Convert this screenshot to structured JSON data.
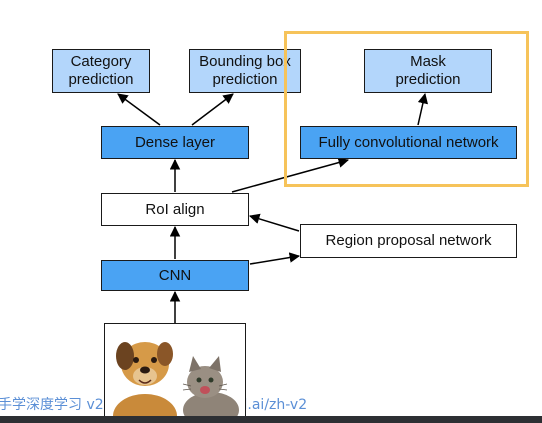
{
  "diagram": {
    "boxes": {
      "category": {
        "line1": "Category",
        "line2": "prediction"
      },
      "bbox": {
        "line1": "Bounding box",
        "line2": "prediction"
      },
      "mask": {
        "line1": "Mask",
        "line2": "prediction"
      },
      "dense": "Dense layer",
      "fcn": "Fully convolutional network",
      "roi": "RoI align",
      "rpn": "Region proposal network",
      "cnn": "CNN"
    },
    "watermark": "手学深度学习 v2 · https://courses.d2l.ai/zh-v2",
    "colors": {
      "prediction_fill": "#b3d6fb",
      "layer_fill": "#4aa3f3",
      "highlight_border": "#f6c35a",
      "arrow": "#000000"
    }
  }
}
